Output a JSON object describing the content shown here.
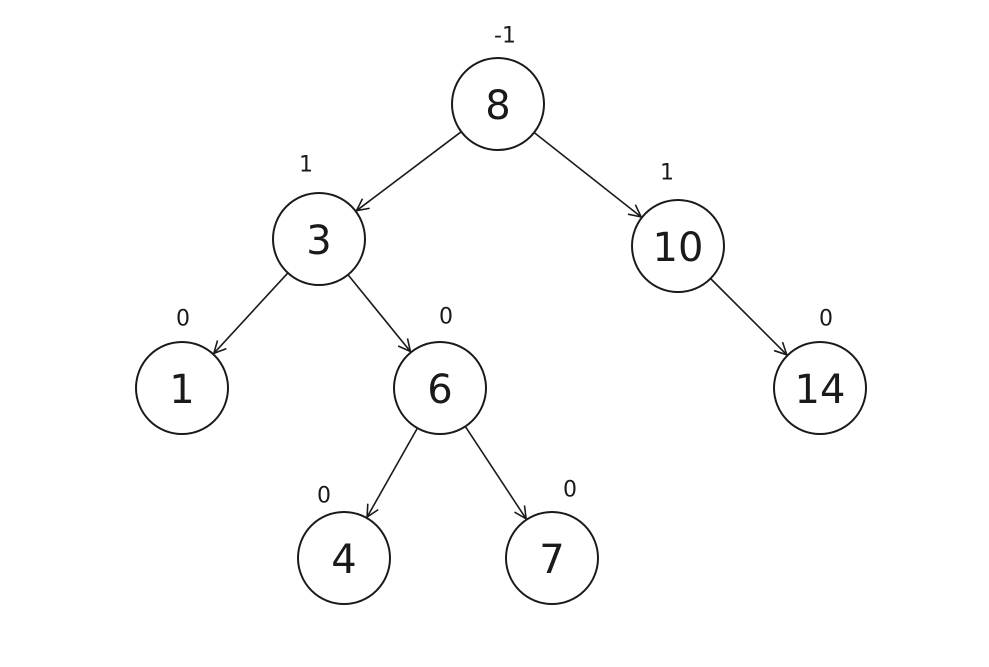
{
  "tree": {
    "nodes": [
      {
        "id": "n8",
        "value": "8",
        "balance": "-1"
      },
      {
        "id": "n3",
        "value": "3",
        "balance": "1"
      },
      {
        "id": "n10",
        "value": "10",
        "balance": "1"
      },
      {
        "id": "n1",
        "value": "1",
        "balance": "0"
      },
      {
        "id": "n6",
        "value": "6",
        "balance": "0"
      },
      {
        "id": "n14",
        "value": "14",
        "balance": "0"
      },
      {
        "id": "n4",
        "value": "4",
        "balance": "0"
      },
      {
        "id": "n7",
        "value": "7",
        "balance": "0"
      }
    ],
    "edges": [
      {
        "from": "n8",
        "to": "n3"
      },
      {
        "from": "n8",
        "to": "n10"
      },
      {
        "from": "n3",
        "to": "n1"
      },
      {
        "from": "n3",
        "to": "n6"
      },
      {
        "from": "n10",
        "to": "n14"
      },
      {
        "from": "n6",
        "to": "n4"
      },
      {
        "from": "n6",
        "to": "n7"
      }
    ]
  }
}
